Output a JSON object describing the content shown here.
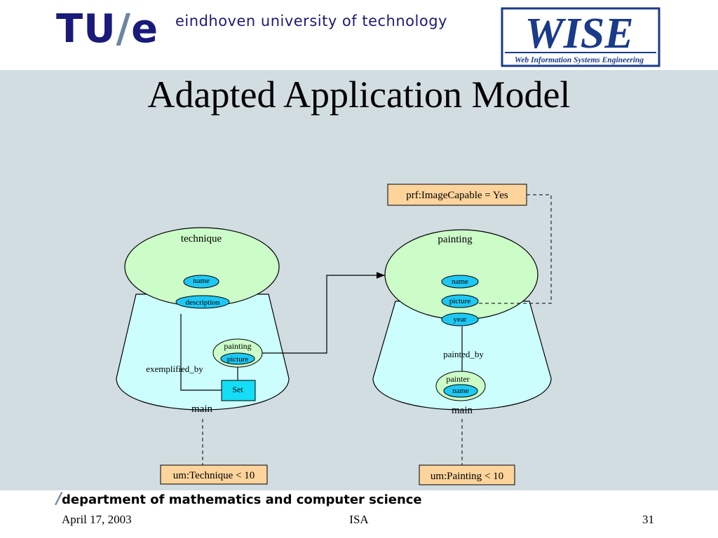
{
  "header": {
    "logo_tu": "TU",
    "logo_slash": "/",
    "logo_e": "e",
    "university": "eindhoven university of technology",
    "wise_title": "WISE",
    "wise_subtitle": "Web Information Systems Engineering"
  },
  "title": "Adapted Application Model",
  "diagram": {
    "left": {
      "concept": "technique",
      "attr_name": "name",
      "attr_description": "description",
      "relation": "exemplified_by",
      "ref_concept": "painting",
      "ref_attr": "picture",
      "set": "Set",
      "base": "main",
      "condition": "um:Technique < 10"
    },
    "right": {
      "concept": "painting",
      "attr_name": "name",
      "attr_picture": "picture",
      "attr_year": "year",
      "relation": "painted_by",
      "ref_concept": "painter",
      "ref_attr": "name",
      "base": "main",
      "condition": "um:Painting < 10",
      "profile_condition": "prf:ImageCapable = Yes"
    },
    "colors": {
      "ellipse_fill": "#ccfcc8",
      "cone_fill": "#ccfefe",
      "attr_fill": "#1ec8f4",
      "condition_fill": "#fcd49c",
      "set_fill": "#14ddf6"
    }
  },
  "footer": {
    "dept_slash": "/",
    "dept": "department of mathematics and computer science",
    "date": "April 17, 2003",
    "center": "ISA",
    "page": "31"
  }
}
